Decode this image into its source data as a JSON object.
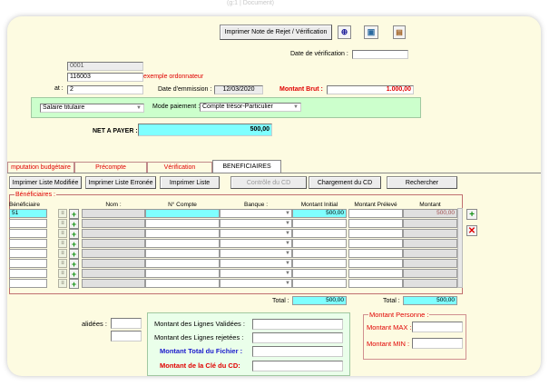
{
  "window_title": "(g:1 | Document)",
  "toolbar": {
    "print_button": "Imprimer Note de Rejet / Vérification",
    "icons": [
      "zoom-icon",
      "image-view-icon",
      "save-icon"
    ]
  },
  "header": {
    "date_verification_label": "Date de vérification :",
    "date_verification_value": "",
    "ref_partial": "0001",
    "ref_code": "116003",
    "exemple_label": "exemple ordonnateur",
    "etat_label": "at :",
    "etat_value": "2",
    "date_emission_label": "Date d'emmission :",
    "date_emission_value": "12/03/2020",
    "montant_brut_label": "Montant Brut :",
    "montant_brut_value": "1.000,00",
    "type_value": "Salaire titulaire",
    "mode_paiement_label": "Mode paiement :",
    "mode_paiement_value": "Compte trésor-Particulier",
    "net_label": "NET A PAYER :",
    "net_value": "500,00"
  },
  "tabs": [
    {
      "label": "mputation budgétaire",
      "active": false
    },
    {
      "label": "Précompte",
      "active": false
    },
    {
      "label": "Vérification",
      "active": false
    },
    {
      "label": "BENEFICIAIRES",
      "active": true
    }
  ],
  "actions": {
    "imprimer_modifiee": "Imprimer Liste Modifiée",
    "imprimer_erronee": "Imprimer Liste Erronée",
    "imprimer_liste": "Imprimer Liste",
    "controle_cd": "Contrôle du CD",
    "chargement_cd": "Chargement du CD",
    "rechercher": "Rechercher"
  },
  "beneficiaires": {
    "section_label": "Bénéficiaires :",
    "columns": {
      "beneficiaire": "Bénéficiaire",
      "nom": "Nom :",
      "compte": "N° Compte",
      "banque": "Banque :",
      "montant_initial": "Montant Initial",
      "montant_preleve": "Montant Prélevé",
      "montant": "Montant"
    },
    "rows": [
      {
        "beneficiaire": "51",
        "nom": "",
        "compte": "",
        "banque": "",
        "montant_initial": "500,00",
        "montant_preleve": "",
        "montant": "500,00"
      },
      {
        "beneficiaire": "",
        "nom": "",
        "compte": "",
        "banque": "",
        "montant_initial": "",
        "montant_preleve": "",
        "montant": ""
      },
      {
        "beneficiaire": "",
        "nom": "",
        "compte": "",
        "banque": "",
        "montant_initial": "",
        "montant_preleve": "",
        "montant": ""
      },
      {
        "beneficiaire": "",
        "nom": "",
        "compte": "",
        "banque": "",
        "montant_initial": "",
        "montant_preleve": "",
        "montant": ""
      },
      {
        "beneficiaire": "",
        "nom": "",
        "compte": "",
        "banque": "",
        "montant_initial": "",
        "montant_preleve": "",
        "montant": ""
      },
      {
        "beneficiaire": "",
        "nom": "",
        "compte": "",
        "banque": "",
        "montant_initial": "",
        "montant_preleve": "",
        "montant": ""
      },
      {
        "beneficiaire": "",
        "nom": "",
        "compte": "",
        "banque": "",
        "montant_initial": "",
        "montant_preleve": "",
        "montant": ""
      },
      {
        "beneficiaire": "",
        "nom": "",
        "compte": "",
        "banque": "",
        "montant_initial": "",
        "montant_preleve": "",
        "montant": ""
      }
    ],
    "total_label": "Total :",
    "total_initial": "500,00",
    "total_label2": "Total :",
    "total_montant": "500,00"
  },
  "summary": {
    "lignes_validees_left": "alidées :",
    "lignes_validees_label": "Montant des Lignes Validées :",
    "lignes_rejetees_label": "Montant des Lignes rejetées :",
    "total_fichier_label": "Montant Total du Fichier :",
    "cle_cd_label": "Montant de la Clé du CD:"
  },
  "montant_personne": {
    "title": "Montant Personne :",
    "max_label": "Montant MAX :",
    "min_label": "Montant MIN :"
  },
  "colors": {
    "panel_bg": "#fdfbe1",
    "green_box": "#ccffcc",
    "cyan_field": "#7fffff",
    "red_text": "#e00000",
    "blue_text": "#1a1acc"
  }
}
